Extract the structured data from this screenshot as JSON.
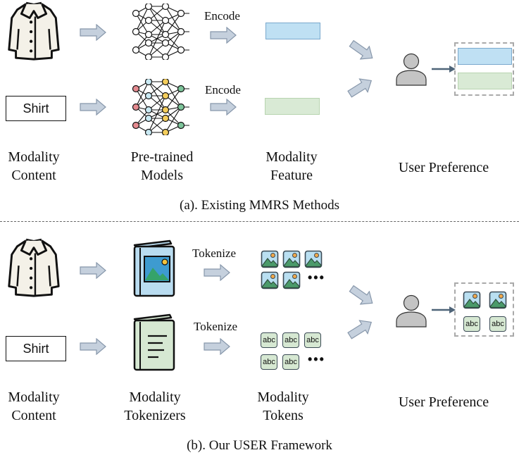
{
  "panel_a": {
    "encode_top": "Encode",
    "encode_bottom": "Encode",
    "shirt_text": "Shirt",
    "labels": {
      "content": [
        "Modality",
        "Content"
      ],
      "models": [
        "Pre-trained",
        "Models"
      ],
      "feature": [
        "Modality",
        "Feature"
      ],
      "preference": "User Preference"
    },
    "caption": "(a). Existing MMRS Methods"
  },
  "panel_b": {
    "tokenize_top": "Tokenize",
    "tokenize_bottom": "Tokenize",
    "shirt_text": "Shirt",
    "token_text": "abc",
    "ellipsis": "•••",
    "labels": {
      "content": [
        "Modality",
        "Content"
      ],
      "tokenizers": [
        "Modality",
        "Tokenizers"
      ],
      "tokens": [
        "Modality",
        "Tokens"
      ],
      "preference": "User Preference"
    },
    "caption": "(b). Our USER Framework"
  },
  "colors": {
    "arrow_fill": "#c5d0dd",
    "arrow_stroke": "#8797ab",
    "feature_blue": "#bfe0f3",
    "feature_green": "#d9ead5",
    "user_gray": "#c4c4c4",
    "pointer_arrow": "#4e6478",
    "node_red": "#e48a8f",
    "node_blue": "#c9e9f3",
    "node_yellow": "#f4cd5b",
    "node_green": "#7dc49a"
  }
}
